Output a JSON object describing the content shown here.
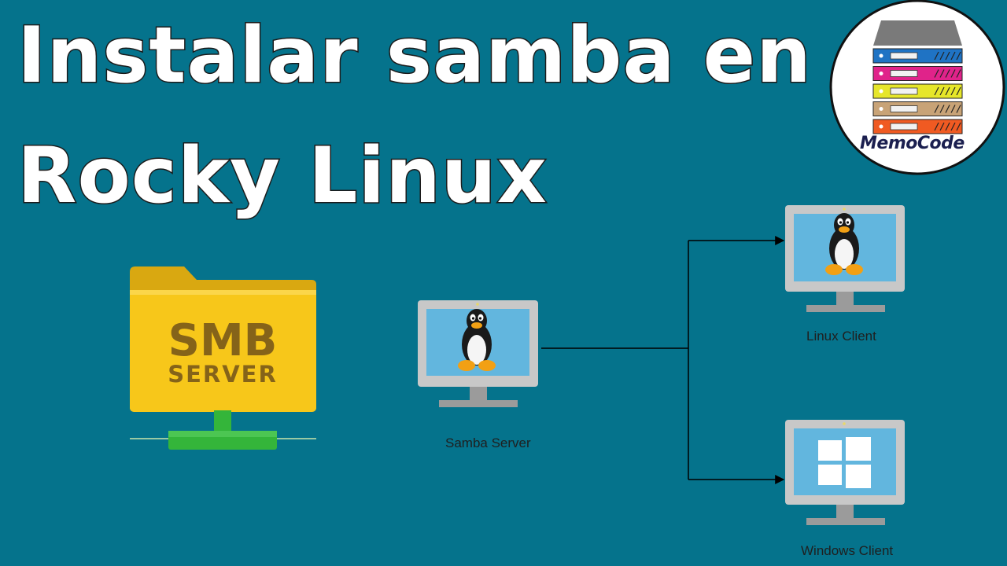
{
  "title": {
    "line1": "Instalar samba en",
    "line2": "Rocky Linux"
  },
  "logo": {
    "text": "MemoCode",
    "stripe_colors": [
      "#1f73c4",
      "#e0238a",
      "#e6e62a",
      "#c8a377",
      "#f05a22"
    ]
  },
  "folder": {
    "big_text": "SMB",
    "small_text": "SERVER",
    "colors": {
      "folder": "#f7c71a",
      "network": "#34b53a"
    }
  },
  "diagram": {
    "server": {
      "label": "Samba Server",
      "os_icon": "tux-penguin-icon"
    },
    "clients": [
      {
        "label": "Linux Client",
        "os_icon": "tux-penguin-icon"
      },
      {
        "label": "Windows Client",
        "os_icon": "windows-logo-icon"
      }
    ]
  },
  "colors": {
    "background": "#05738c",
    "monitor_frame": "#c8c8c8",
    "monitor_screen": "#62b6de",
    "connector": "#000000"
  }
}
